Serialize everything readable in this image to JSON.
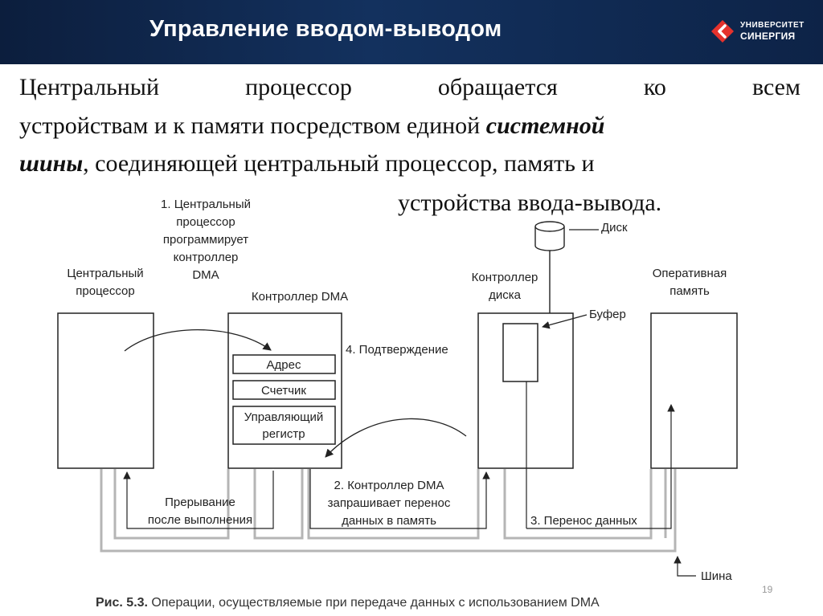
{
  "header": {
    "title": "Управление вводом-выводом"
  },
  "logo": {
    "line1": "УНИВЕРСИТЕТ",
    "line2": "СИНЕРГИЯ",
    "color": "#e5322d"
  },
  "paragraph": {
    "line1_words": [
      "Центральный",
      "процессор",
      "обращается",
      "ко",
      "всем"
    ],
    "line2_prefix": "устройствам и к памяти посредством единой ",
    "line2_emph": "системной",
    "line3_emph": "шины",
    "line3_rest": ", соединяющей центральный процессор, память и",
    "line4": "устройства ввода-вывода."
  },
  "diagram": {
    "step1": [
      "1. Центральный",
      "процессор",
      "программирует",
      "контроллер",
      "DMA"
    ],
    "cpu_label": [
      "Центральный",
      "процессор"
    ],
    "dma_label": "Контроллер DMA",
    "registers": {
      "address": "Адрес",
      "counter": "Счетчик",
      "control": [
        "Управляющий",
        "регистр"
      ]
    },
    "step4": "4. Подтверждение",
    "disk": "Диск",
    "disk_controller": [
      "Контроллер",
      "диска"
    ],
    "buffer": "Буфер",
    "memory": [
      "Оперативная",
      "память"
    ],
    "interrupt": [
      "Прерывание",
      "после выполнения"
    ],
    "step2": [
      "2. Контроллер DMA",
      "запрашивает перенос",
      "данных в память"
    ],
    "step3": "3. Перенос данных",
    "bus": "Шина",
    "caption_bold": "Рис. 5.3.",
    "caption_text": " Операции, осуществляемые при передаче данных с использованием DMA"
  },
  "page_number": "19"
}
